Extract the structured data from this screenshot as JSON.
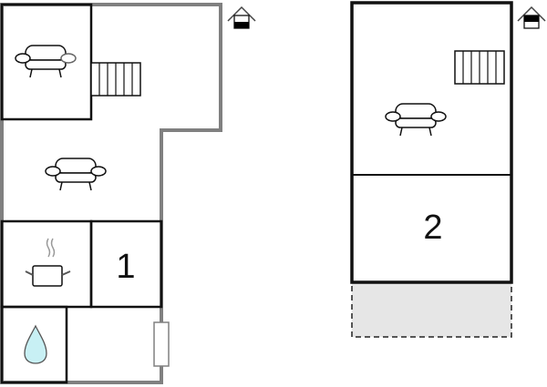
{
  "floorplan": {
    "floors": [
      {
        "id": "ground",
        "floor_indicator": "ground-floor-icon",
        "rooms": [
          {
            "name": "living-room-upper",
            "icon": "sofa-icon"
          },
          {
            "name": "staircase",
            "icon": "stairs-icon"
          },
          {
            "name": "living-room",
            "icon": "sofa-icon"
          },
          {
            "name": "kitchen",
            "icon": "cooking-pot-icon"
          },
          {
            "name": "bedroom",
            "label": "1"
          },
          {
            "name": "bathroom",
            "icon": "water-drop-icon"
          },
          {
            "name": "hallway",
            "icon": "door-icon"
          }
        ]
      },
      {
        "id": "upper",
        "floor_indicator": "upper-floor-icon",
        "rooms": [
          {
            "name": "living-room",
            "icon": "sofa-icon"
          },
          {
            "name": "staircase",
            "icon": "stairs-icon"
          },
          {
            "name": "bedroom",
            "label": "2"
          },
          {
            "name": "terrace",
            "note": "dashed outline"
          }
        ]
      }
    ],
    "colors": {
      "outer_wall": "#808080",
      "inner_wall": "#111111",
      "terrace_fill": "#e6e6e6",
      "water": "#c8f0f4",
      "indicator_filled": "#000000"
    }
  }
}
